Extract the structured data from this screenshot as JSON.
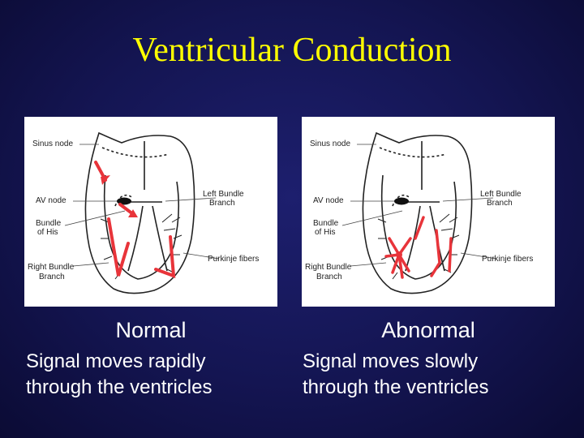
{
  "title": "Ventricular Conduction",
  "labels": {
    "sinus_node": "Sinus node",
    "av_node": "AV node",
    "bundle_his_1": "Bundle",
    "bundle_his_2": "of His",
    "left_bundle_1": "Left Bundle",
    "left_bundle_2": "Branch",
    "right_bundle_1": "Right Bundle",
    "right_bundle_2": "Branch",
    "purkinje": "Purkinje fibers"
  },
  "panels": [
    {
      "caption": "Normal",
      "desc_line1": "Signal moves rapidly",
      "desc_line2": "through the ventricles"
    },
    {
      "caption": "Abnormal",
      "desc_line1": "Signal moves slowly",
      "desc_line2": "through the ventricles"
    }
  ],
  "colors": {
    "background": "#141552",
    "title": "#ffff00",
    "arrow": "#e8343a",
    "text": "#ffffff"
  }
}
